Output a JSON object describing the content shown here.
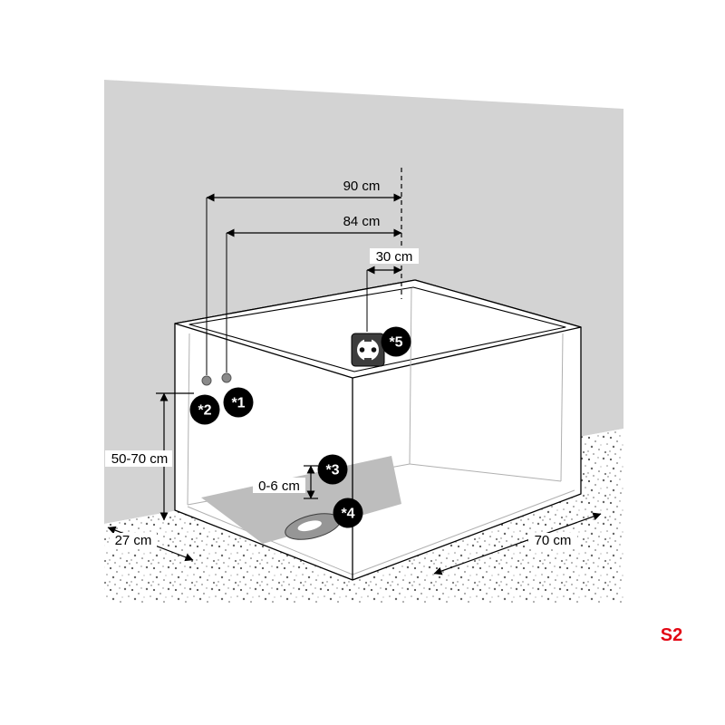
{
  "diagram": {
    "type": "shower-tray-installation-diagram",
    "sheet_code": "S2",
    "dimensions": {
      "d90": "90 cm",
      "d84": "84 cm",
      "d30": "30 cm",
      "d5070": "50-70 cm",
      "d06": "0-6 cm",
      "d27": "27 cm",
      "d70": "70 cm"
    },
    "markers": {
      "m1": "*1",
      "m2": "*2",
      "m3": "*3",
      "m4": "*4",
      "m5": "*5"
    },
    "icons": [
      "power-socket-icon",
      "drain-icon",
      "connection-point-dot"
    ],
    "colors": {
      "wall_gray": "#d3d3d3",
      "shadow_gray": "#bdbdbd",
      "socket_dark": "#3d3d3d",
      "marker_black": "#000000",
      "sheet_code_red": "#e30613"
    }
  }
}
